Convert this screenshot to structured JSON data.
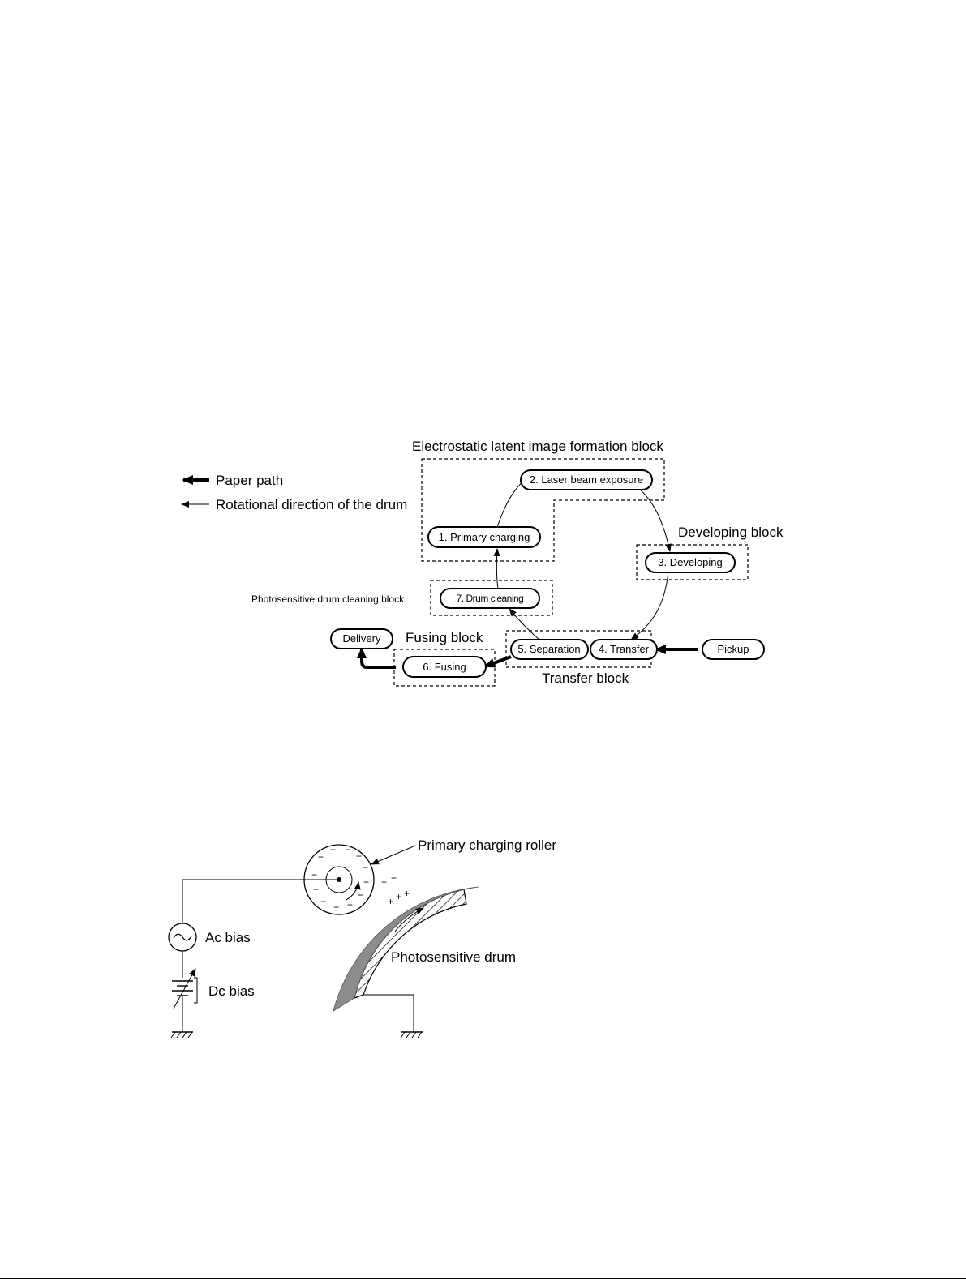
{
  "process_diagram": {
    "titles": {
      "latent": "Electrostatic latent image formation block",
      "developing": "Developing block",
      "cleaning": "Photosensitive drum cleaning block",
      "fusing": "Fusing block",
      "transfer": "Transfer block"
    },
    "legend": {
      "paper_path": "Paper path",
      "rotation": "Rotational direction of the drum"
    },
    "steps": {
      "primary_charging": "1. Primary charging",
      "laser_exposure": "2. Laser beam exposure",
      "developing": "3. Developing",
      "transfer": "4. Transfer",
      "separation": "5. Separation",
      "fusing": "6. Fusing",
      "drum_cleaning": "7. Drum cleaning"
    },
    "endpoints": {
      "pickup": "Pickup",
      "delivery": "Delivery"
    }
  },
  "charging_diagram": {
    "labels": {
      "roller": "Primary charging roller",
      "ac_bias": "Ac bias",
      "dc_bias": "Dc bias",
      "drum": "Photosensitive drum"
    }
  }
}
